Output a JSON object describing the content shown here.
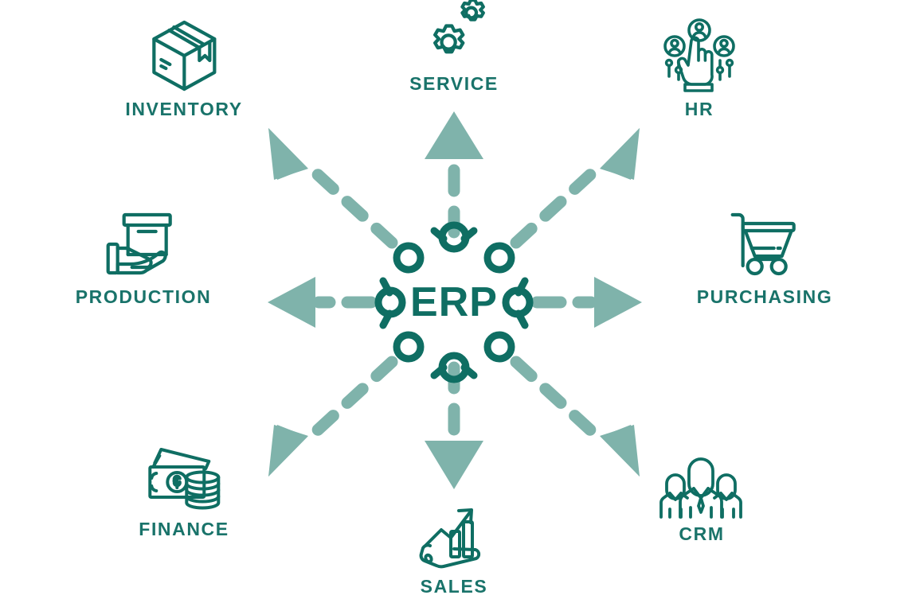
{
  "diagram": {
    "title": "ERP",
    "center_label": "ERP",
    "type": "hub-and-spoke",
    "colors": {
      "dark_teal": "#0f6e63",
      "label_teal": "#19736a",
      "muted_teal": "#7fb3ab",
      "background": "#ffffff"
    },
    "center": {
      "label": "ERP",
      "ring_count": 8
    },
    "modules": [
      {
        "id": "inventory",
        "label": "INVENTORY",
        "icon": "box-icon",
        "direction": "up-left"
      },
      {
        "id": "service",
        "label": "SERVICE",
        "icon": "gears-icon",
        "direction": "up"
      },
      {
        "id": "hr",
        "label": "HR",
        "icon": "hand-network-icon",
        "direction": "up-right"
      },
      {
        "id": "production",
        "label": "PRODUCTION",
        "icon": "hand-package-icon",
        "direction": "left"
      },
      {
        "id": "purchasing",
        "label": "PURCHASING",
        "icon": "shopping-cart-icon",
        "direction": "right"
      },
      {
        "id": "finance",
        "label": "FINANCE",
        "icon": "cash-coins-icon",
        "direction": "down-left"
      },
      {
        "id": "sales",
        "label": "SALES",
        "icon": "hand-growth-icon",
        "direction": "down"
      },
      {
        "id": "crm",
        "label": "CRM",
        "icon": "people-group-icon",
        "direction": "down-right"
      }
    ]
  }
}
